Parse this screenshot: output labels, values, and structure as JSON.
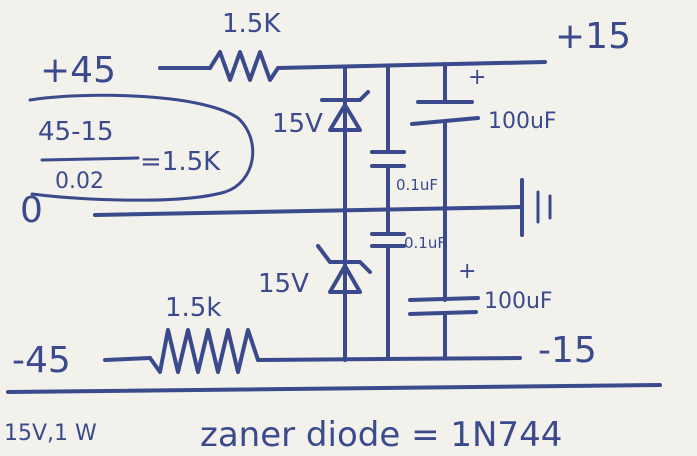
{
  "labels": {
    "pos_in": "+45",
    "pos_out": "+15",
    "neg_in": "-45",
    "neg_out": "-15",
    "ground_left": "0",
    "r_top": "1.5K",
    "r_bottom": "1.5k",
    "zener_top": "15V",
    "zener_bottom": "15V",
    "cap_small_top": "0.1uF",
    "cap_small_bottom": "0.1uF",
    "cap_big_top": "100uF",
    "cap_big_bottom": "100uF",
    "plus_top": "+",
    "plus_bottom": "+"
  },
  "calc": {
    "numerator": "45-15",
    "denominator": "0.02",
    "result": "=1.5K"
  },
  "footer": {
    "spec": "15V,1 W",
    "text": "zaner diode = 1N744"
  },
  "colors": {
    "ink": "#3a4a8c",
    "paper": "#f3f1ec"
  }
}
